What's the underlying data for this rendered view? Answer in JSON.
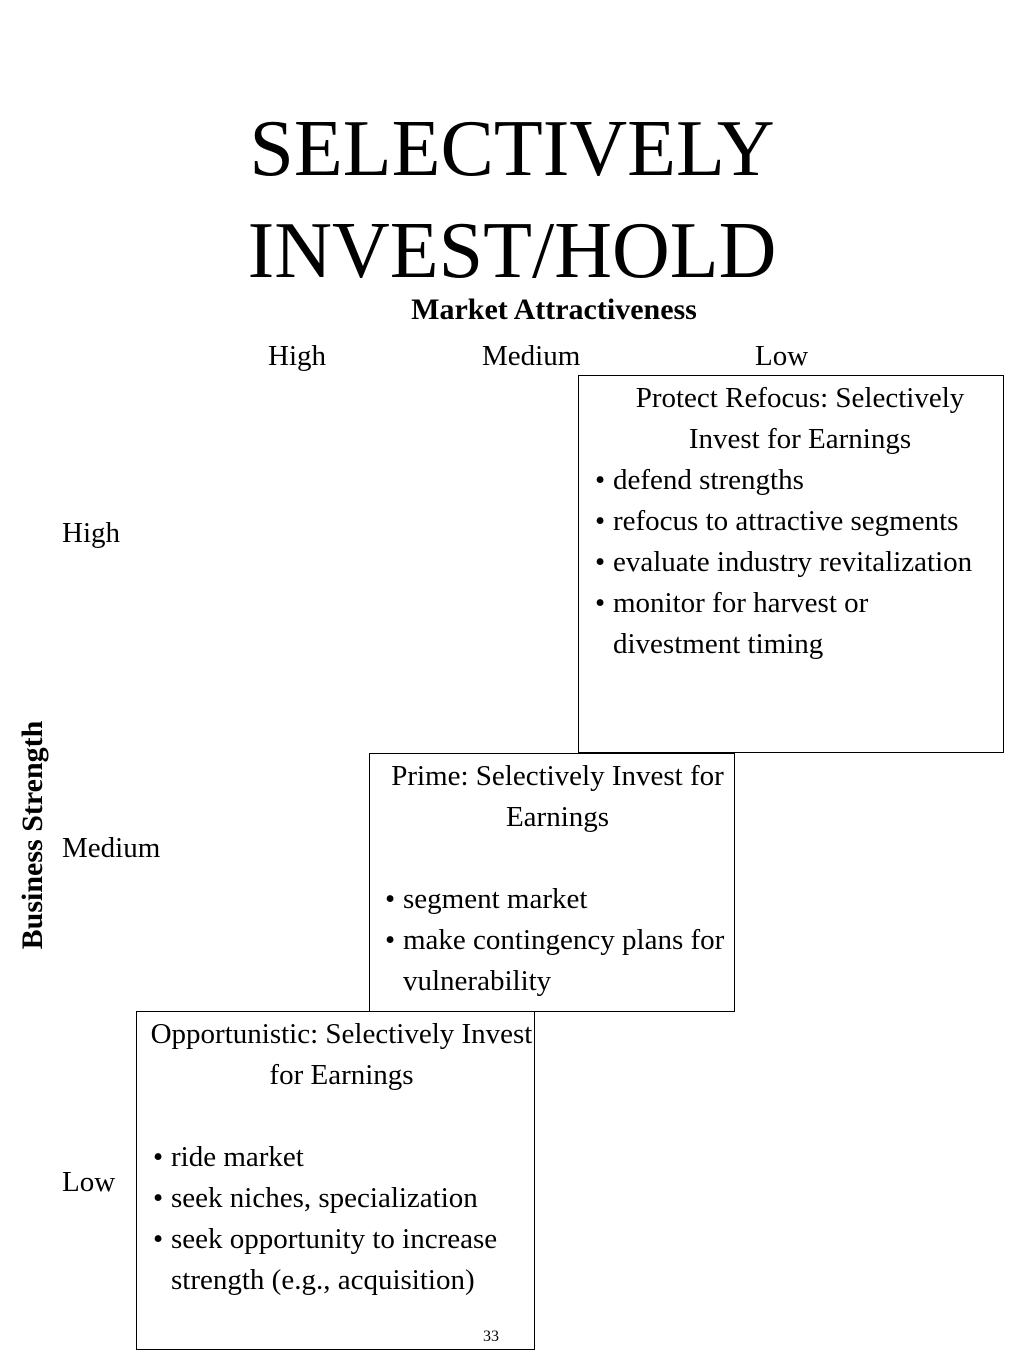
{
  "title": {
    "line1": "SELECTIVELY",
    "line2": "INVEST/HOLD"
  },
  "x_axis": {
    "title": "Market Attractiveness",
    "levels": [
      "High",
      "Medium",
      "Low"
    ]
  },
  "y_axis": {
    "title": "Business Strength",
    "levels": [
      "High",
      "Medium",
      "Low"
    ]
  },
  "boxes": {
    "protect": {
      "heading": "Protect Refocus: Selectively Invest for Earnings",
      "bullets": [
        "defend strengths",
        "refocus to attractive segments",
        "evaluate industry revitalization",
        "monitor for harvest or divestment timing"
      ]
    },
    "prime": {
      "heading": "Prime: Selectively Invest for Earnings",
      "bullets": [
        "segment market",
        "make contingency plans for vulnerability"
      ]
    },
    "opportunistic": {
      "heading": "Opportunistic: Selectively Invest for Earnings",
      "bullets": [
        "ride market",
        "seek niches, specialization",
        "seek opportunity to increase strength (e.g., acquisition)"
      ]
    }
  },
  "page_number": "33"
}
